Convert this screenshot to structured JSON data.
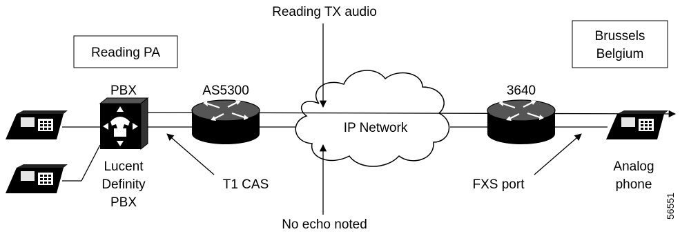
{
  "labels": {
    "site_left": "Reading PA",
    "site_right_line1": "Brussels",
    "site_right_line2": "Belgium",
    "pbx_title": "PBX",
    "pbx_desc_line1": "Lucent",
    "pbx_desc_line2": "Definity",
    "pbx_desc_line3": "PBX",
    "router_left": "AS5300",
    "router_right": "3640",
    "cloud": "IP Network",
    "top_note": "Reading TX audio",
    "bottom_note": "No echo noted",
    "t1": "T1 CAS",
    "fxs": "FXS port",
    "phone_line1": "Analog",
    "phone_line2": "phone",
    "figure_id": "56551"
  }
}
